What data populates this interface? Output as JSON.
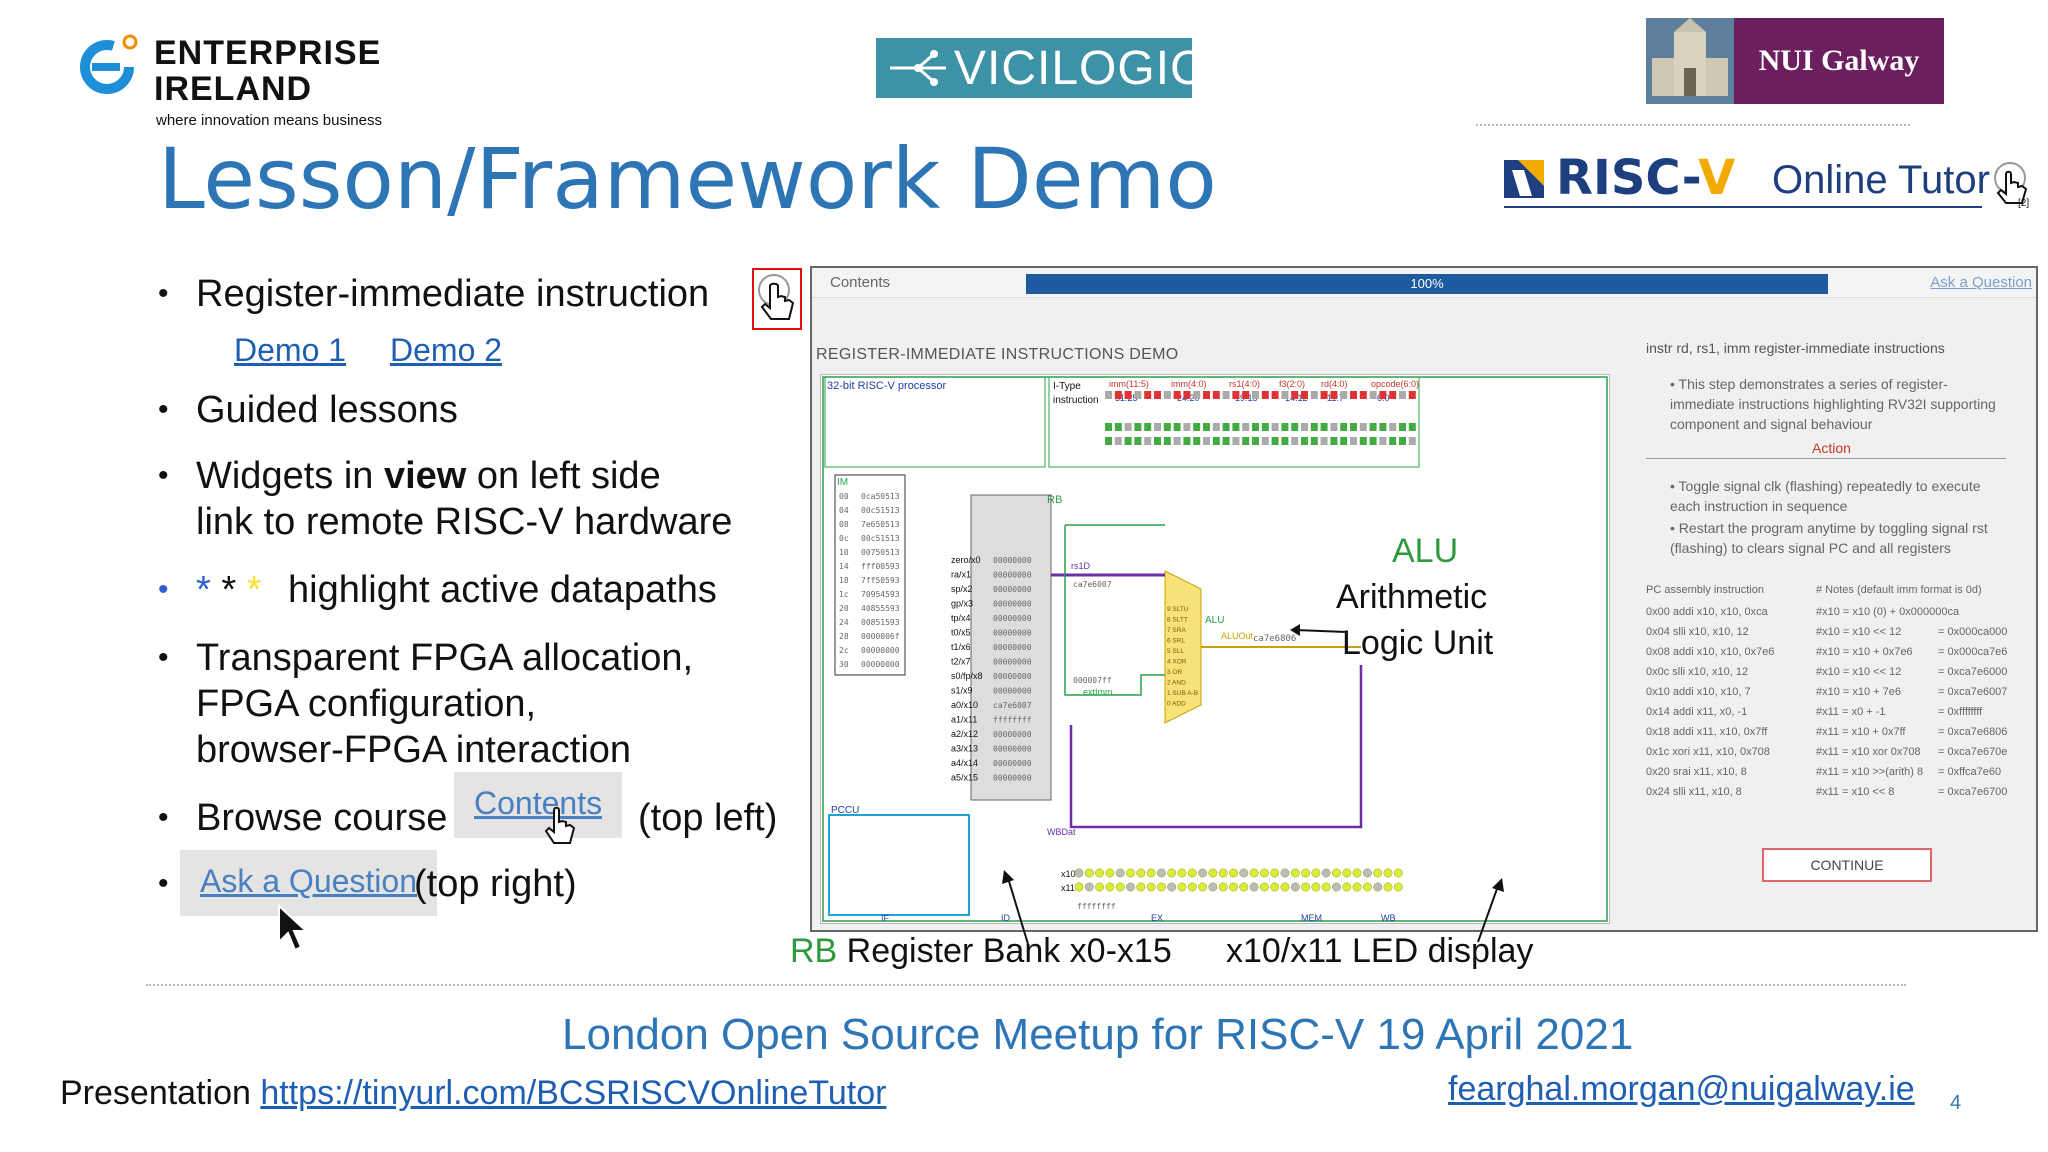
{
  "logos": {
    "ei_line1": "ENTERPRISE",
    "ei_line2": "IRELAND",
    "ei_tagline": "where innovation means business",
    "vicilogic": "VICILOGIC",
    "nui": "NUI Galway",
    "riscv_word": "RISC-V",
    "riscv_suffix": "Online Tutor"
  },
  "title": "Lesson/Framework Demo",
  "bullets": {
    "b1": "Register-immediate instruction",
    "demo1": "Demo 1",
    "demo2": "Demo 2",
    "b2": "Guided lessons",
    "b3_pre": "Widgets in ",
    "b3_bold": "view",
    "b3_post": " on left side",
    "b3_line2": "link to remote RISC-V hardware",
    "b4_stars": "* * *",
    "b4_text": "highlight active datapaths",
    "b5_l1": "Transparent FPGA allocation,",
    "b5_l2": "FPGA configuration,",
    "b5_l3": "browser-FPGA interaction",
    "b6_pre": "Browse course",
    "b6_link": "Contents",
    "b6_post": "(top left)",
    "b7_link": "Ask a Question",
    "b7_post": "(top right)"
  },
  "panel": {
    "contents": "Contents",
    "progress": "100%",
    "ask": "Ask a Question",
    "demo_header": "REGISTER-IMMEDIATE INSTRUCTIONS DEMO",
    "side_header": "instr rd, rs1, imm register-immediate instructions",
    "side_p1": "This step demonstrates a series of register-immediate instructions highlighting RV32I supporting component and signal behaviour",
    "action": "Action",
    "side_p2": "Toggle signal clk (flashing) repeatedly to execute each instruction in sequence",
    "side_p3": "Restart the program anytime by toggling signal rst (flashing) to clears signal PC and all registers",
    "asm_header_1": "PC  assembly instruction",
    "asm_header_2": "# Notes (default imm format is 0d)",
    "asm": [
      [
        "0x00  addi x10, x10, 0xca",
        "#x10 = x10 (0) + 0x000000ca",
        ""
      ],
      [
        "0x04  slli  x10, x10, 12",
        "#x10 = x10 << 12",
        "= 0x000ca000"
      ],
      [
        "0x08  addi x10, x10, 0x7e6",
        "#x10 = x10 + 0x7e6",
        "= 0x000ca7e6"
      ],
      [
        "0x0c  slli  x10, x10, 12",
        "#x10 = x10 << 12",
        "= 0xca7e6000"
      ],
      [
        "0x10  addi x10, x10, 7",
        "#x10 = x10 + 7e6",
        "= 0xca7e6007"
      ],
      [
        "0x14  addi x11, x0, -1",
        "#x11 = x0  +  -1",
        "= 0xffffffff"
      ],
      [
        "0x18  addi x11, x10, 0x7ff",
        "#x11 = x10 + 0x7ff",
        "= 0xca7e6806"
      ],
      [
        "0x1c  xori x11, x10, 0x708",
        "#x11 = x10 xor 0x708",
        "= 0xca7e670e"
      ],
      [
        "0x20  srai x11, x10, 8",
        "#x11 = x10 >>(arith) 8",
        "= 0xffca7e60"
      ],
      [
        "0x24  slli  x11, x10, 8",
        "#x11 = x10 << 8",
        "= 0xca7e6700"
      ]
    ],
    "continue": "CONTINUE",
    "diagram": {
      "proc_title": "32-bit RISC-V processor",
      "itype": "I-Type",
      "instruction": "instruction",
      "field_labels": [
        "imm(11:5)",
        "imm(4:0)",
        "rs1(4:0)",
        "f3(2:0)",
        "rd(4:0)",
        "opcode(6:0)"
      ],
      "bit_labels": [
        "31:25",
        "24:20",
        "19:15",
        "14:12",
        "11:7",
        "6:0"
      ],
      "im_label": "IM",
      "im_values": [
        "0ca50513",
        "00c51513",
        "7e650513",
        "00c51513",
        "00750513",
        "fff00593",
        "7ff50593",
        "70954593",
        "40855593",
        "00851593",
        "0000006f",
        "00000000",
        "00000000"
      ],
      "im_addrs": [
        "00",
        "04",
        "08",
        "0c",
        "10",
        "14",
        "18",
        "1c",
        "20",
        "24",
        "28",
        "2c",
        "30"
      ],
      "regs": [
        "zero/x0",
        "ra/x1",
        "sp/x2",
        "gp/x3",
        "tp/x4",
        "t0/x5",
        "t1/x6",
        "t2/x7",
        "s0/fp/x8",
        "s1/x9",
        "a0/x10",
        "a1/x11",
        "a2/x12",
        "a3/x13",
        "a4/x14",
        "a5/x15"
      ],
      "reg_vals": [
        "00000000",
        "00000000",
        "00000000",
        "00000000",
        "00000000",
        "00000000",
        "00000000",
        "00000000",
        "00000000",
        "00000000",
        "ca7e6007",
        "ffffffff",
        "00000000",
        "00000000",
        "00000000",
        "00000000"
      ],
      "rb": "RB",
      "alu": "ALU",
      "alu_ops": [
        "9 SLTU",
        "8 SLTT",
        "7 SRA",
        "6 SRL",
        "5 SLL",
        "4 XOR",
        "3 OR",
        "2 AND",
        "1 SUB A-B",
        "0 ADD"
      ],
      "aluout": "ALUOut",
      "aluout_val": "ca7e6806",
      "pccu": "PCCU",
      "stages": [
        "IF",
        "ID",
        "EX",
        "MEM",
        "WB"
      ],
      "x10": "x10",
      "x11": "x11",
      "wbdat": "WBDat",
      "extimm": "extImm",
      "rs1d": "rs1D",
      "rs1d_val": "ca7e6007",
      "extimm_val": "000007ff",
      "ffff": "ffffffff"
    }
  },
  "overlay": {
    "alu": "ALU",
    "alu_l1": "Arithmetic",
    "alu_l2": "Logic Unit",
    "cap1_rb": "RB",
    "cap1_text": " Register Bank x0-x15",
    "cap2": "x10/x11 LED display"
  },
  "footer": {
    "meetup": "London Open Source Meetup for RISC-V 19 April 2021",
    "pres_label": "Presentation ",
    "pres_link": "https://tinyurl.com/BCSRISCVOnlineTutor",
    "email": "fearghal.morgan@nuigalway.ie",
    "page": "4"
  },
  "colors": {
    "title_blue": "#2e75b6",
    "link_blue": "#1f5fb3",
    "nui_purple": "#6b1f5e",
    "vici_teal": "#3d92a6",
    "alu_green": "#2e9a3e",
    "progress_blue": "#1e5aa0"
  },
  "icons": [
    "enterprise-ireland-logo",
    "vicilogic-logo",
    "nui-galway-crest",
    "riscv-logo",
    "hand-cursor-icon",
    "arrow-cursor-icon"
  ]
}
